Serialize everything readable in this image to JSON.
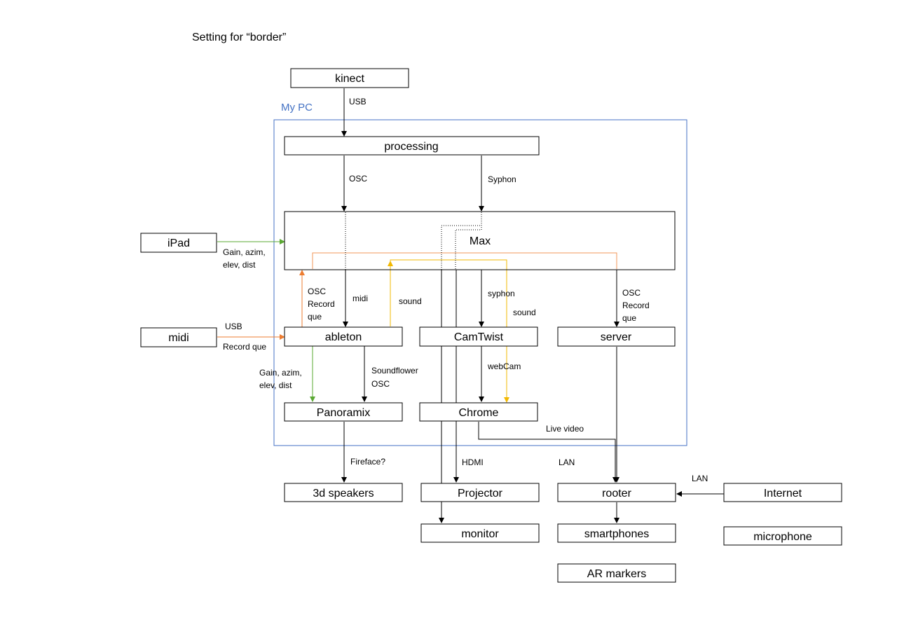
{
  "title": "Setting for “border”",
  "group": {
    "label": "My PC",
    "color": "#4472c4"
  },
  "colors": {
    "black": "#000000",
    "green": "#5aa832",
    "orange": "#ed7d31",
    "yellow": "#f2b800",
    "gray": "#808080"
  },
  "nodes": {
    "kinect": "kinect",
    "processing": "processing",
    "max": "Max",
    "ipad": "iPad",
    "midi": "midi",
    "ableton": "ableton",
    "camtwist": "CamTwist",
    "server": "server",
    "panoramix": "Panoramix",
    "chrome": "Chrome",
    "speakers": "3d speakers",
    "projector": "Projector",
    "rooter": "rooter",
    "internet": "Internet",
    "monitor": "monitor",
    "smartphones": "smartphones",
    "microphone": "microphone",
    "ar_markers": "AR markers"
  },
  "labels": {
    "usb_kinect": "USB",
    "osc_proc": "OSC",
    "syphon_proc": "Syphon",
    "ipad_params": [
      "Gain, azim,",
      "elev, dist"
    ],
    "osc_record_left": [
      "OSC",
      "Record",
      "que"
    ],
    "midi_label": "midi",
    "sound_label": "sound",
    "syphon_label": "syphon",
    "sound_cam": "sound",
    "osc_record_right": [
      "OSC",
      "Record",
      "que"
    ],
    "usb_midi": "USB",
    "record_que": "Record que",
    "ableton_params": [
      "Gain, azim,",
      "elev, dist"
    ],
    "soundflower": [
      "Soundflower",
      "OSC"
    ],
    "webcam": "webCam",
    "live_video": "Live video",
    "fireface": "Fireface?",
    "hdmi": "HDMI",
    "lan_left": "LAN",
    "lan_right": "LAN"
  }
}
